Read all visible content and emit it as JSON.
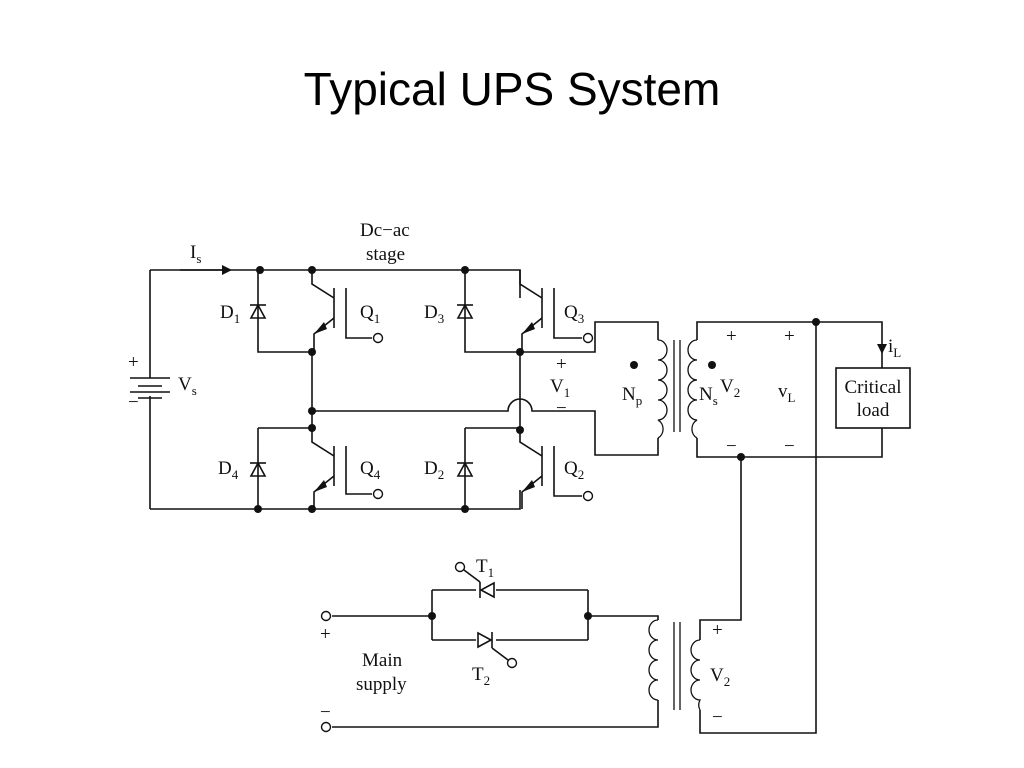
{
  "title": "Typical UPS System",
  "labels": {
    "stage_line1": "Dc−ac",
    "stage_line2": "stage",
    "is_main": "I",
    "is_sub": "s",
    "vs_main": "V",
    "vs_sub": "s",
    "vs_plus": "+",
    "vs_minus": "−",
    "d1_main": "D",
    "d1_sub": "1",
    "d2_main": "D",
    "d2_sub": "2",
    "d3_main": "D",
    "d3_sub": "3",
    "d4_main": "D",
    "d4_sub": "4",
    "q1_main": "Q",
    "q1_sub": "1",
    "q2_main": "Q",
    "q2_sub": "2",
    "q3_main": "Q",
    "q3_sub": "3",
    "q4_main": "Q",
    "q4_sub": "4",
    "v1_main": "V",
    "v1_sub": "1",
    "v1_plus": "+",
    "v1_minus": "−",
    "np_main": "N",
    "np_sub": "p",
    "ns_main": "N",
    "ns_sub": "s",
    "v2_main": "V",
    "v2_sub": "2",
    "vl_main": "v",
    "vl_sub": "L",
    "il_main": "i",
    "il_sub": "L",
    "sec_plus1": "+",
    "sec_plus2": "+",
    "sec_minus1": "−",
    "sec_minus2": "−",
    "load_line1": "Critical",
    "load_line2": "load",
    "t1_main": "T",
    "t1_sub": "1",
    "t2_main": "T",
    "t2_sub": "2",
    "main_line1": "Main",
    "main_line2": "supply",
    "main_plus": "+",
    "main_minus": "−",
    "v2b_main": "V",
    "v2b_sub": "2",
    "v2b_plus": "+",
    "v2b_minus": "−"
  }
}
